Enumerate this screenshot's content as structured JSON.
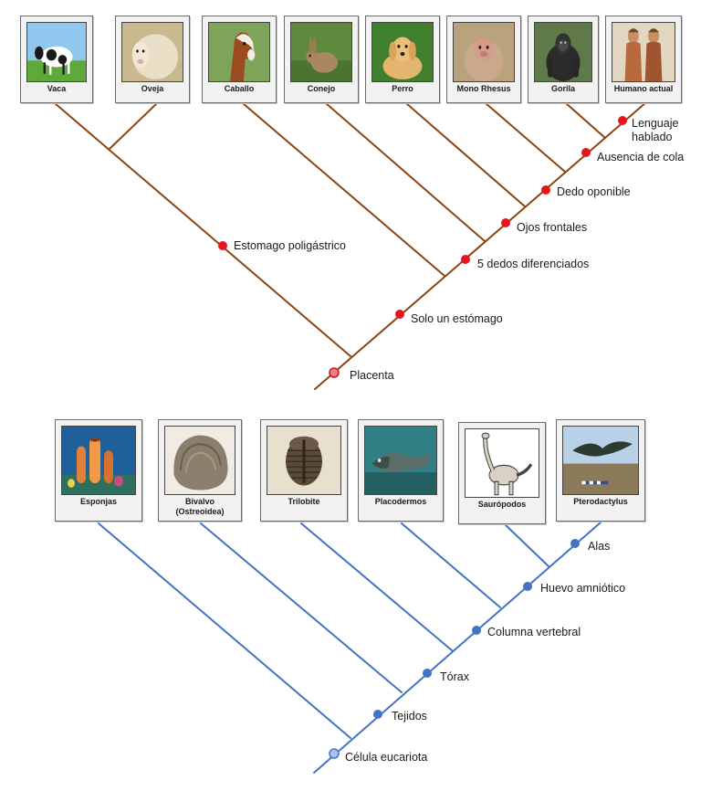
{
  "top_tree": {
    "taxa": [
      {
        "label": "Vaca",
        "icon": "cow-photo"
      },
      {
        "label": "Oveja",
        "icon": "sheep-photo"
      },
      {
        "label": "Caballo",
        "icon": "horse-photo"
      },
      {
        "label": "Conejo",
        "icon": "rabbit-photo"
      },
      {
        "label": "Perro",
        "icon": "dog-photo"
      },
      {
        "label": "Mono Rhesus",
        "icon": "rhesus-monkey-photo"
      },
      {
        "label": "Gorila",
        "icon": "gorilla-photo"
      },
      {
        "label": "Humano actual",
        "icon": "modern-human-photo"
      }
    ],
    "traits": [
      {
        "label": "Placenta"
      },
      {
        "label": "Solo un estómago"
      },
      {
        "label": "Estomago poligástrico"
      },
      {
        "label": "5 dedos diferenciados"
      },
      {
        "label": "Ojos frontales"
      },
      {
        "label": "Dedo oponible"
      },
      {
        "label": "Ausencia de cola"
      },
      {
        "label": "Lenguaje hablado"
      }
    ],
    "line_color": "#8B4513",
    "node_color": "#E8141B"
  },
  "bottom_tree": {
    "taxa": [
      {
        "label": "Esponjas",
        "icon": "sponge-photo"
      },
      {
        "label": "Bivalvo (Ostreoidea)",
        "icon": "oyster-fossil-photo"
      },
      {
        "label": "Trilobite",
        "icon": "trilobite-photo"
      },
      {
        "label": "Placodermos",
        "icon": "placoderm-photo"
      },
      {
        "label": "Saurópodos",
        "icon": "sauropod-drawing"
      },
      {
        "label": "Pterodactylus",
        "icon": "pterodactyl-photo"
      }
    ],
    "traits": [
      {
        "label": "Célula eucariota"
      },
      {
        "label": "Tejidos"
      },
      {
        "label": "Tórax"
      },
      {
        "label": "Columna vertebral"
      },
      {
        "label": "Huevo amniótico"
      },
      {
        "label": "Alas"
      }
    ],
    "line_color": "#4472C4",
    "node_color": "#4472C4"
  }
}
